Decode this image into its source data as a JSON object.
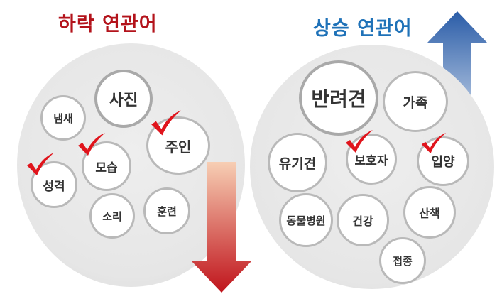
{
  "left_panel": {
    "title": "하락 연관어",
    "arrow_direction": "down",
    "colors": {
      "title": "#b3131b",
      "arrow_top": "#f7cfb4",
      "arrow_bottom": "#c0141c"
    },
    "bubbles": [
      {
        "label": "사진",
        "checked": false
      },
      {
        "label": "냄새",
        "checked": false
      },
      {
        "label": "주인",
        "checked": true
      },
      {
        "label": "모습",
        "checked": true
      },
      {
        "label": "성격",
        "checked": true
      },
      {
        "label": "소리",
        "checked": false
      },
      {
        "label": "훈련",
        "checked": false
      }
    ]
  },
  "right_panel": {
    "title": "상승 연관어",
    "arrow_direction": "up",
    "colors": {
      "title": "#1f72b8",
      "arrow_top": "#2b5da8",
      "arrow_bottom": "#dfe8f3"
    },
    "bubbles": [
      {
        "label": "반려견",
        "checked": false
      },
      {
        "label": "가족",
        "checked": false
      },
      {
        "label": "유기견",
        "checked": false
      },
      {
        "label": "보호자",
        "checked": true
      },
      {
        "label": "입양",
        "checked": true
      },
      {
        "label": "동물병원",
        "checked": false
      },
      {
        "label": "건강",
        "checked": false
      },
      {
        "label": "산책",
        "checked": false
      },
      {
        "label": "접종",
        "checked": false
      }
    ]
  },
  "check_color": "#e0141c",
  "icons": {
    "check": "check-mark-icon",
    "down_arrow": "arrow-down-icon",
    "up_arrow": "arrow-up-icon"
  }
}
